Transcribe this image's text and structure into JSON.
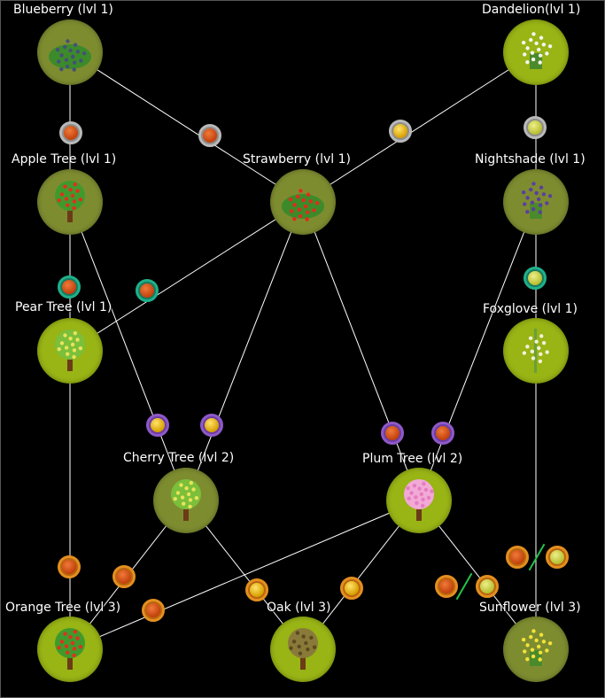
{
  "nodes": [
    {
      "id": "blueberry",
      "label": "Blueberry (lvl 1)",
      "color": "#7e8c30",
      "plant": "bush"
    },
    {
      "id": "dandelion",
      "label": "Dandelion(lvl 1)",
      "color": "#98b415",
      "plant": "flowers-white"
    },
    {
      "id": "apple",
      "label": "Apple Tree (lvl 1)",
      "color": "#7e8c30",
      "plant": "tree-red"
    },
    {
      "id": "strawberry",
      "label": "Strawberry (lvl 1)",
      "color": "#7e8c30",
      "plant": "bush-red"
    },
    {
      "id": "nightshade",
      "label": "Nightshade (lvl 1)",
      "color": "#7e8c30",
      "plant": "flowers-purple"
    },
    {
      "id": "pear",
      "label": "Pear Tree (lvl 1)",
      "color": "#98b415",
      "plant": "tree-yellow"
    },
    {
      "id": "foxglove",
      "label": "Foxglove (lvl 1)",
      "color": "#98b415",
      "plant": "stalk-white"
    },
    {
      "id": "cherry",
      "label": "Cherry Tree (lvl 2)",
      "color": "#7e8c30",
      "plant": "tree-yellow"
    },
    {
      "id": "plum",
      "label": "Plum Tree (lvl 2)",
      "color": "#98b415",
      "plant": "tree-pink"
    },
    {
      "id": "orange",
      "label": "Orange Tree (lvl 3)",
      "color": "#98b415",
      "plant": "tree-red"
    },
    {
      "id": "oak",
      "label": "Oak (lvl 3)",
      "color": "#98b415",
      "plant": "tree-oak"
    },
    {
      "id": "sunflower",
      "label": "Sunflower (lvl 3)",
      "color": "#7e8c30",
      "plant": "flowers-yellow"
    }
  ],
  "links": [
    [
      "blueberry",
      "apple"
    ],
    [
      "blueberry",
      "strawberry"
    ],
    [
      "dandelion",
      "strawberry"
    ],
    [
      "dandelion",
      "nightshade"
    ],
    [
      "apple",
      "pear"
    ],
    [
      "apple",
      "cherry"
    ],
    [
      "strawberry",
      "pear"
    ],
    [
      "strawberry",
      "cherry"
    ],
    [
      "strawberry",
      "plum"
    ],
    [
      "nightshade",
      "foxglove"
    ],
    [
      "nightshade",
      "plum"
    ],
    [
      "pear",
      "orange"
    ],
    [
      "foxglove",
      "sunflower"
    ],
    [
      "cherry",
      "orange"
    ],
    [
      "cherry",
      "oak"
    ],
    [
      "plum",
      "orange"
    ],
    [
      "plum",
      "oak"
    ],
    [
      "plum",
      "sunflower"
    ]
  ],
  "badges": [
    {
      "ring": "silver",
      "icon": "fruit"
    },
    {
      "ring": "silver",
      "icon": "fruit"
    },
    {
      "ring": "silver",
      "icon": "sprout"
    },
    {
      "ring": "silver",
      "icon": "poison"
    },
    {
      "ring": "green",
      "icon": "fruit"
    },
    {
      "ring": "green",
      "icon": "fruit"
    },
    {
      "ring": "green",
      "icon": "poison"
    },
    {
      "ring": "purple",
      "icon": "sprout"
    },
    {
      "ring": "purple",
      "icon": "sprout"
    },
    {
      "ring": "purple",
      "icon": "fruit"
    },
    {
      "ring": "purple",
      "icon": "fruit"
    },
    {
      "ring": "orange",
      "icon": "fruit"
    },
    {
      "ring": "orange",
      "icon": "fruit"
    },
    {
      "ring": "orange",
      "icon": "fruit"
    },
    {
      "ring": "orange",
      "icon": "sprout"
    },
    {
      "ring": "orange",
      "icon": "sprout"
    },
    {
      "ring": "orange",
      "icon": "fruit"
    },
    {
      "ring": "orange",
      "icon": "poison"
    },
    {
      "ring": "orange",
      "icon": "fruit"
    },
    {
      "ring": "orange",
      "icon": "poison"
    }
  ],
  "colors": {
    "link": "#ffffff",
    "background": "#000000",
    "alt_divider": "#22c24a"
  }
}
